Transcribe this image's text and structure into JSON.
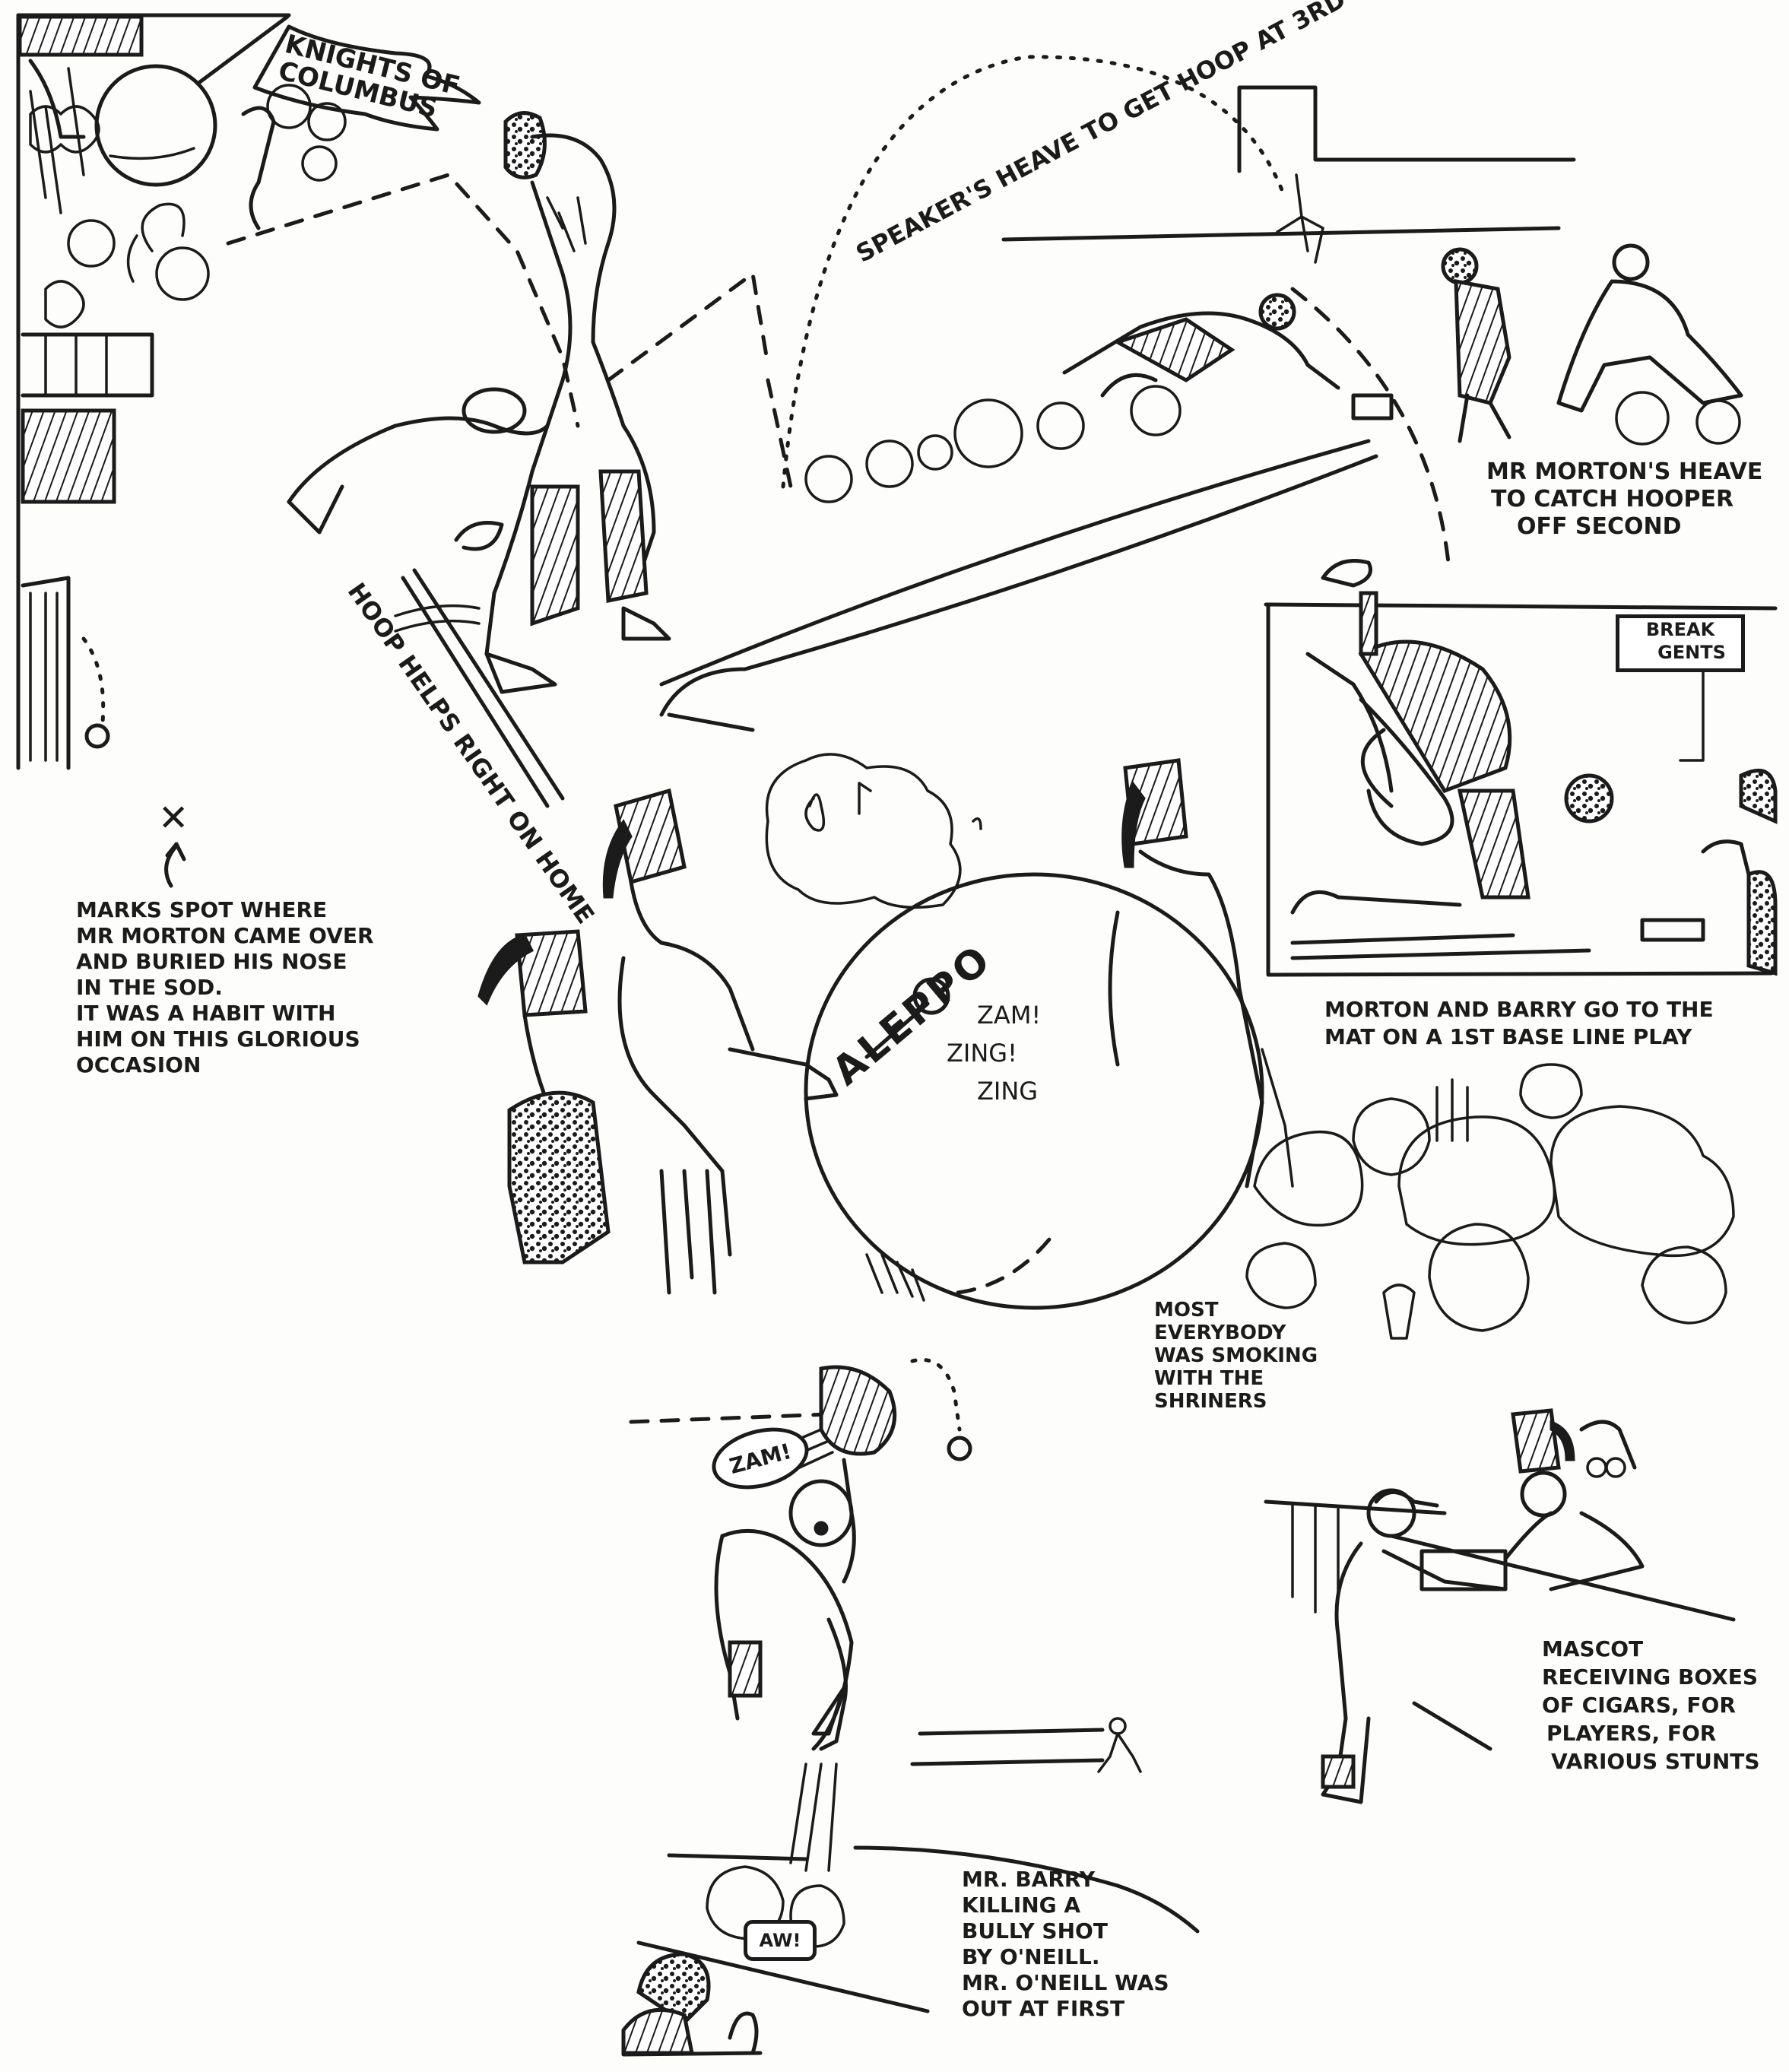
{
  "title": "Vintage newspaper baseball cartoon",
  "colors": {
    "ink": "#1b1b1b",
    "paper": "#fdfdfb"
  },
  "banner": {
    "text_line1": "Knights of",
    "text_line2": "Columbus"
  },
  "captions": {
    "speakers_heave": "Speaker's heave to get Hoop at 3rd",
    "mortons_heave": [
      "Mr Morton's heave",
      "to catch Hooper",
      "off second"
    ],
    "hoop_helps": "Hoop helps right on home",
    "x_mark": "✕",
    "marks_spot": [
      "Marks spot where",
      "Mr Morton came over",
      "and  buried his nose",
      "in the sod.",
      "It was a habit with",
      "him on this glorious",
      "occasion"
    ],
    "break_gents": [
      "Break",
      "Gents"
    ],
    "morton_barry": [
      "Morton  and Barry  go to the",
      "mat  on a 1st base line play"
    ],
    "drum_label": "ALEPPO",
    "drum_sounds": [
      "Zam!",
      "Zing!",
      "Zing"
    ],
    "smoking": [
      "Most",
      "everybody",
      "was smoking",
      "with the",
      "shriners"
    ],
    "zam_bubble": "Zam!",
    "mascot": [
      "Mascot",
      "receiving boxes",
      "of cigars, for",
      "players, for",
      "various stunts"
    ],
    "barry_shot": [
      "Mr. Barry",
      "killing a",
      "bully shot",
      "by O'Neill.",
      "Mr. O'Neill was",
      "out at first"
    ],
    "aw_bubble": "Aw!"
  }
}
